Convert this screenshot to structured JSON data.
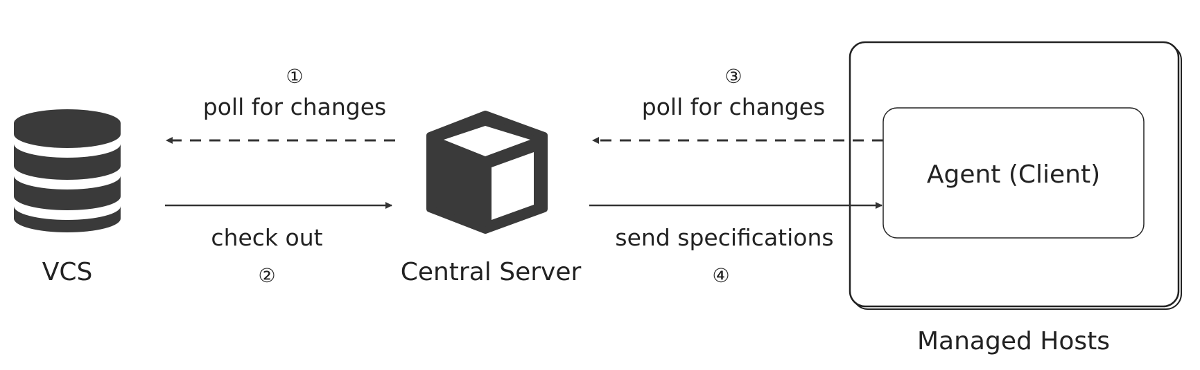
{
  "nodes": {
    "vcs": {
      "label": "VCS",
      "icon": "database-icon"
    },
    "central_server": {
      "label": "Central Server",
      "icon": "cube-icon"
    },
    "managed_hosts": {
      "label": "Managed Hosts"
    },
    "agent": {
      "label": "Agent (Client)"
    }
  },
  "edges": [
    {
      "step": "①",
      "label": "poll for changes",
      "from": "central_server",
      "to": "vcs",
      "style": "dashed"
    },
    {
      "step": "②",
      "label": "check out",
      "from": "vcs",
      "to": "central_server",
      "style": "solid"
    },
    {
      "step": "③",
      "label": "poll for changes",
      "from": "agent",
      "to": "central_server",
      "style": "dashed"
    },
    {
      "step": "④",
      "label": "send specifications",
      "from": "central_server",
      "to": "agent",
      "style": "solid"
    }
  ],
  "colors": {
    "ink": "#222222",
    "icon": "#3a3a3a",
    "background": "#ffffff"
  }
}
